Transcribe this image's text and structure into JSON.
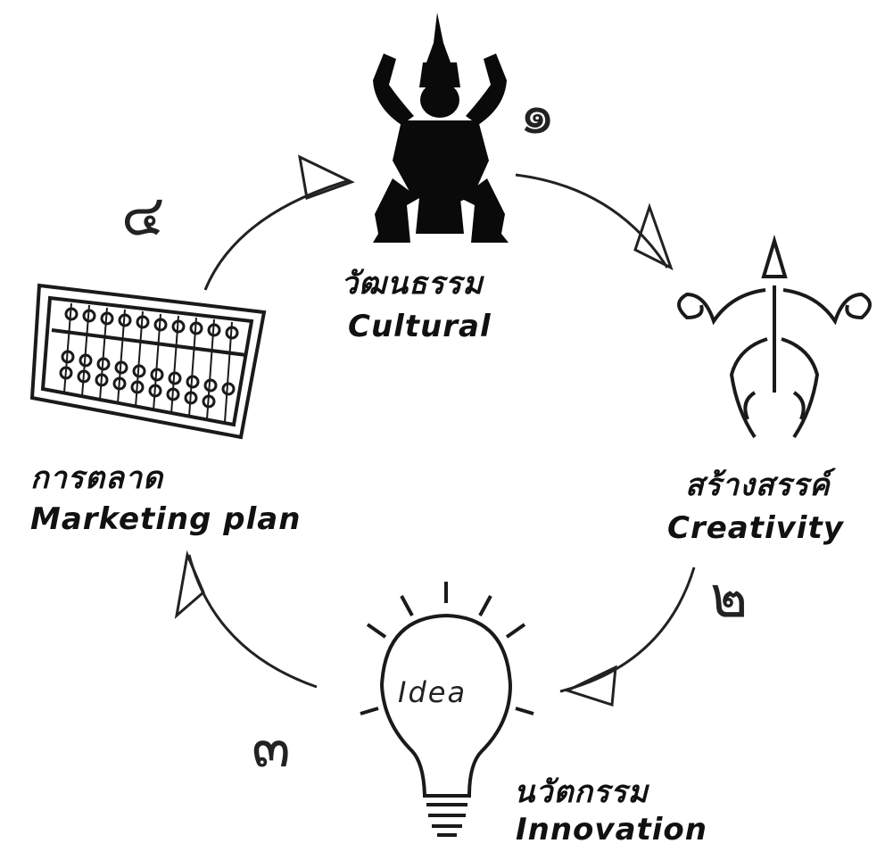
{
  "steps": [
    {
      "number": "๑",
      "thai": "วัฒนธรรม",
      "english": "Cultural"
    },
    {
      "number": "๒",
      "thai": "สร้างสรรค์",
      "english": "Creativity"
    },
    {
      "number": "๓",
      "thai": "นวัตกรรม",
      "english": "Innovation"
    },
    {
      "number": "๔",
      "thai": "การตลาด",
      "english": "Marketing plan"
    }
  ],
  "bulb_text": "Idea",
  "icons": [
    "thai-dancer-icon",
    "kanok-ornament-icon",
    "lightbulb-icon",
    "abacus-icon"
  ]
}
